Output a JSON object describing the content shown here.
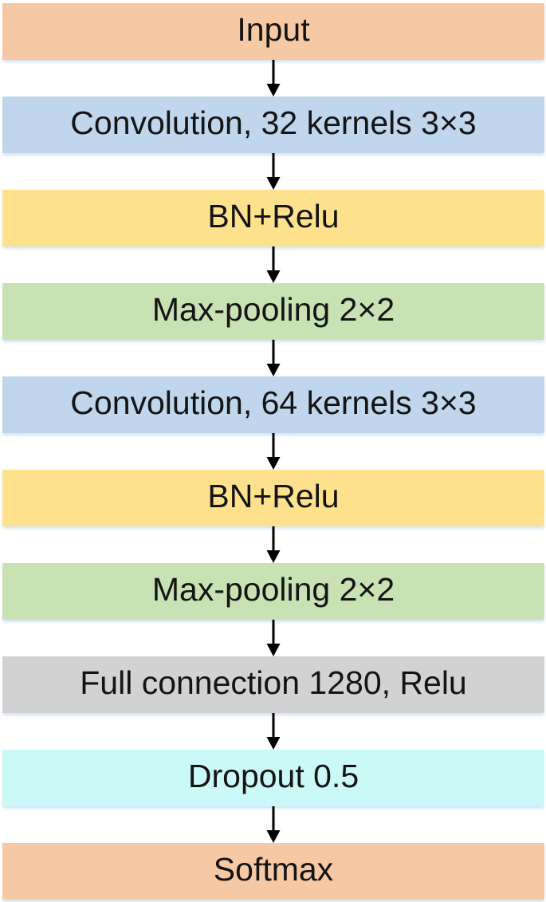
{
  "diagram": {
    "type": "flowchart",
    "direction": "top-down",
    "description": "CNN architecture pipeline",
    "arrow_color": "#000000",
    "text_color": "#141414",
    "colors": {
      "salmon": "#f6c9a4",
      "blue": "#bfd6ec",
      "yellow": "#fde18d",
      "green": "#c8e2b4",
      "gray": "#d2d2d2",
      "cyan": "#caf9f8"
    },
    "nodes": [
      {
        "id": "input",
        "label": "Input",
        "color": "#f6c9a4"
      },
      {
        "id": "conv1",
        "label": "Convolution, 32 kernels 3×3",
        "color": "#bfd6ec"
      },
      {
        "id": "bn-relu-1",
        "label": "BN+Relu",
        "color": "#fde18d"
      },
      {
        "id": "maxpool1",
        "label": "Max-pooling 2×2",
        "color": "#c8e2b4"
      },
      {
        "id": "conv2",
        "label": "Convolution, 64 kernels 3×3",
        "color": "#bfd6ec"
      },
      {
        "id": "bn-relu-2",
        "label": "BN+Relu",
        "color": "#fde18d"
      },
      {
        "id": "maxpool2",
        "label": "Max-pooling 2×2",
        "color": "#c8e2b4"
      },
      {
        "id": "fc",
        "label": "Full connection 1280, Relu",
        "color": "#d2d2d2"
      },
      {
        "id": "dropout",
        "label": "Dropout 0.5",
        "color": "#caf9f8"
      },
      {
        "id": "softmax",
        "label": "Softmax",
        "color": "#f6c9a4"
      }
    ],
    "edges": [
      {
        "from": "input",
        "to": "conv1"
      },
      {
        "from": "conv1",
        "to": "bn-relu-1"
      },
      {
        "from": "bn-relu-1",
        "to": "maxpool1"
      },
      {
        "from": "maxpool1",
        "to": "conv2"
      },
      {
        "from": "conv2",
        "to": "bn-relu-2"
      },
      {
        "from": "bn-relu-2",
        "to": "maxpool2"
      },
      {
        "from": "maxpool2",
        "to": "fc"
      },
      {
        "from": "fc",
        "to": "dropout"
      },
      {
        "from": "dropout",
        "to": "softmax"
      }
    ]
  }
}
